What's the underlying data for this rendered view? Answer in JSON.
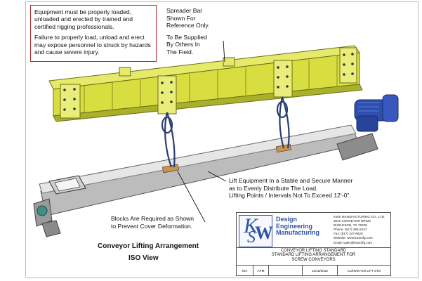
{
  "warning": {
    "line1": "Equipment must be properly loaded, unloaded and erected by trained and certified rigging professionals.",
    "line2": "Failure to properly load, unload and erect may expose personnel to struck by hazards and cause severe injury."
  },
  "callouts": {
    "spreader": [
      "Spreader Bar",
      "Shown For",
      "Reference Only.",
      "",
      "To Be Supplied",
      "By Others In",
      "The Field."
    ],
    "lift": [
      "Lift Equipment In a Stable and Secure Manner",
      "as to Evenly Distribute The Load.",
      "Lifting Points / Intervals Not To Exceed 12’-0”."
    ],
    "blocks": [
      "Blocks Are Required as Shown",
      "to Prevent Cover Deformation."
    ]
  },
  "captions": {
    "title": "Conveyor Lifting Arrangement",
    "view": "ISO View"
  },
  "title_block": {
    "logo_letters": [
      "K",
      "W",
      "S"
    ],
    "brand_lines": [
      "Design",
      "Engineering",
      "Manufacturing"
    ],
    "company_lines": [
      "KWS MANUFACTURING CO., LTD.",
      "3041 CONVEYOR DRIVE",
      "BURLESON, TX 76028",
      "Phone: (817) 295-2247",
      "Fax: (817) 447-8528",
      "Website: www.kwsmfg.com",
      "Email: sales@kwsmfg.com"
    ],
    "description_lines": [
      "CONVEYOR LIFTING STANDARD",
      "STANDARD LIFTING ARRANGEMENT FOR",
      "SCREW CONVEYORS"
    ],
    "meta": [
      "N/A",
      "APM",
      "",
      "11/15/2016",
      "CONVEYOR LIFT STD"
    ]
  },
  "colors": {
    "spreader_bar": "#d8de3f",
    "spreader_shadow": "#a9b02a",
    "trough": "#c9c9c9",
    "cover": "#e3e3e3",
    "motor": "#2f4fb0",
    "sling": "#2a3f6e",
    "warning_border": "#b5262b",
    "block": "#c8924f"
  }
}
